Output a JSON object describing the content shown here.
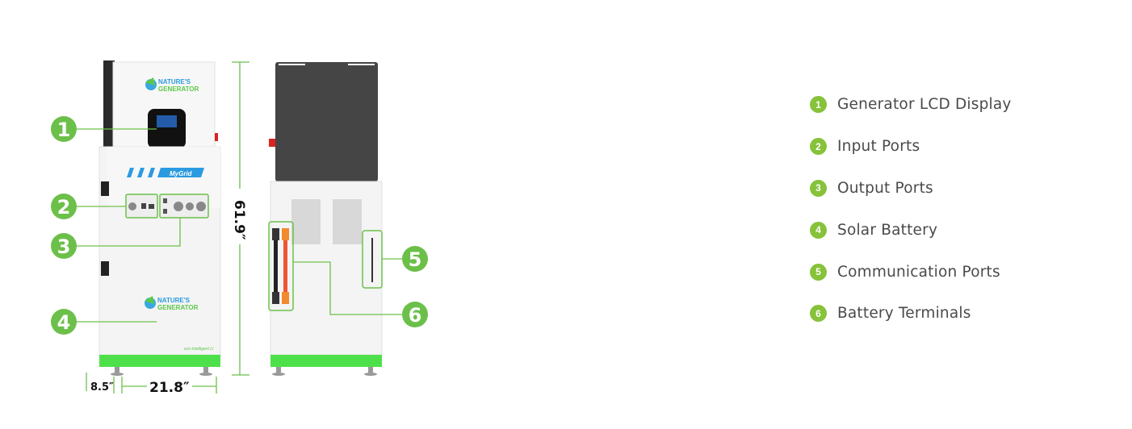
{
  "colors": {
    "callout_green": "#6cc04a",
    "legend_green": "#86c23a",
    "base_green": "#4ee04a",
    "mygrid_blue": "#2a9be0",
    "panel_dark": "#444444"
  },
  "brand": {
    "name_line1": "NATURE'S",
    "name_line2": "GENERATOR",
    "model": "MyGrid",
    "tagline": "eco-intelligent LI"
  },
  "dimensions": {
    "height": "61.9″",
    "depth": "8.5″",
    "width": "21.8″"
  },
  "callouts": [
    "1",
    "2",
    "3",
    "4",
    "5",
    "6"
  ],
  "legend": [
    {
      "num": "1",
      "label": "Generator LCD Display"
    },
    {
      "num": "2",
      "label": "Input Ports"
    },
    {
      "num": "3",
      "label": "Output Ports"
    },
    {
      "num": "4",
      "label": "Solar Battery"
    },
    {
      "num": "5",
      "label": "Communication Ports"
    },
    {
      "num": "6",
      "label": "Battery Terminals"
    }
  ]
}
